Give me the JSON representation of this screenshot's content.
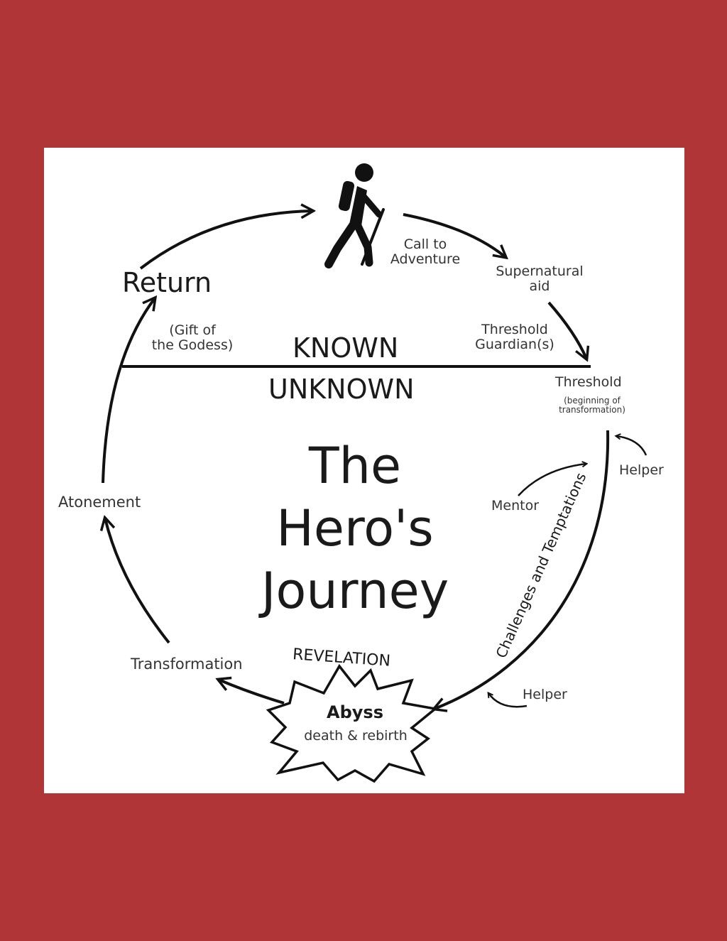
{
  "diagram": {
    "title_lines": [
      "The",
      "Hero's",
      "Journey"
    ],
    "divider_top": "KNOWN",
    "divider_bottom": "UNKNOWN",
    "stages": {
      "call_to_adventure": [
        "Call to",
        "Adventure"
      ],
      "supernatural_aid": [
        "Supernatural",
        "aid"
      ],
      "threshold_guardians": [
        "Threshold",
        "Guardian(s)"
      ],
      "threshold": "Threshold",
      "threshold_note": [
        "(beginning of",
        "transformation)"
      ],
      "helper_upper": "Helper",
      "mentor": "Mentor",
      "challenges": "Challenges and Temptations",
      "helper_lower": "Helper",
      "revelation": "REVELATION",
      "abyss": "Abyss",
      "abyss_note": "death & rebirth",
      "transformation": "Transformation",
      "atonement": "Atonement",
      "return": "Return",
      "gift": [
        "(Gift of",
        "the Godess)"
      ]
    },
    "icons": {
      "hero": "hiker-icon",
      "abyss": "starburst-icon"
    },
    "colors": {
      "frame": "#b03537",
      "panel": "#ffffff",
      "ink": "#111111"
    }
  }
}
